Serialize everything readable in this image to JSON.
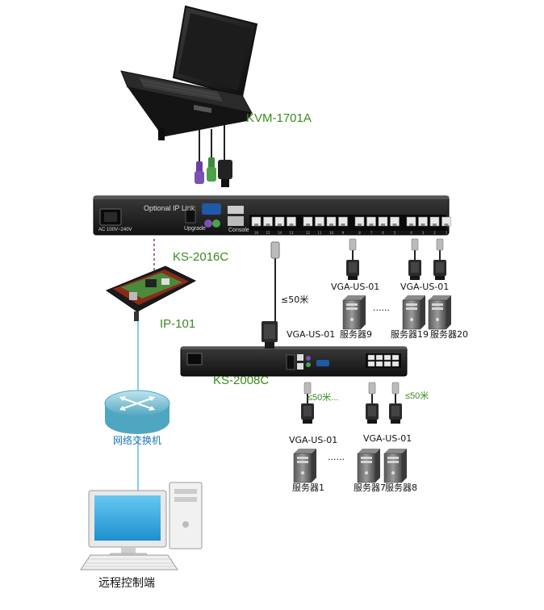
{
  "labels": {
    "kvm": "KVM-1701A",
    "ks2016": "KS-2016C",
    "ip101": "IP-101",
    "ks2008": "KS-2008C",
    "switch": "网络交换机",
    "remote": "远程控制端",
    "dist1": "≤50米",
    "dist2": "≤50米...",
    "dist3": "≤50米",
    "vga_a": "VGA-US-01",
    "vga_b": "VGA-US-01",
    "vga_main": "VGA-US-01",
    "vga_c": "VGA-US-01",
    "vga_d": "VGA-US-01",
    "dots_top": "......",
    "dots_bottom": "......",
    "dots_mid": "...",
    "srv9": "服务器9",
    "srv19": "服务器19",
    "srv20": "服务器20",
    "srv1": "服务器1",
    "srv7": "服务器7",
    "srv8": "服务器8",
    "panel_ip": "Optional IP Link",
    "panel_upgrade": "Upgrade",
    "panel_console": "Console",
    "panel_ac": "AC 100V~240V",
    "ports16": [
      "16",
      "15",
      "14",
      "13",
      "12",
      "11",
      "10",
      "9",
      "8",
      "7",
      "6",
      "5",
      "4",
      "3",
      "2",
      "1"
    ]
  },
  "colors": {
    "label_green": "#3a8a1f",
    "link_blue": "#5bbfe6",
    "switch_text_blue": "#1a73b8",
    "device_dark": "#1e1e1e"
  }
}
